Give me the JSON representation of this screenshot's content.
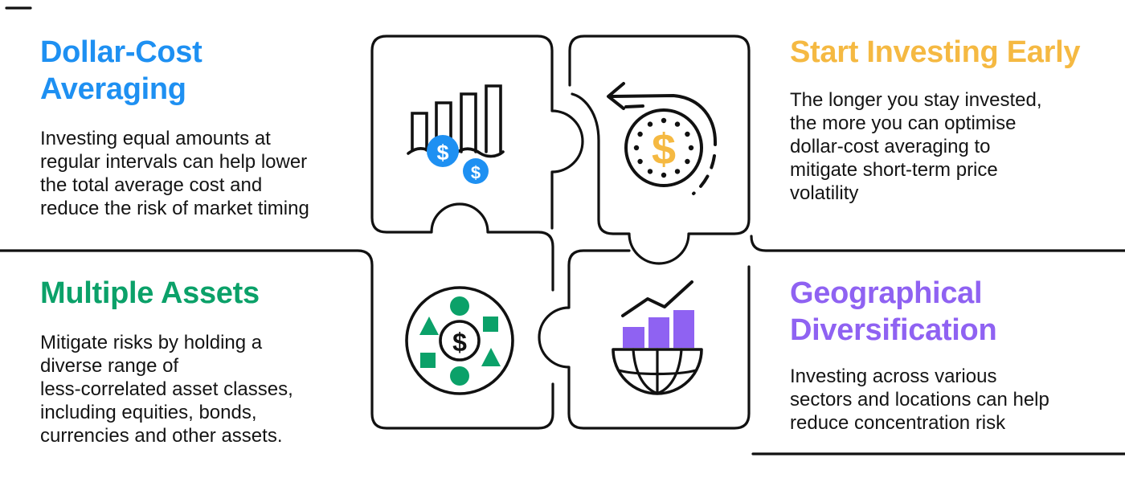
{
  "infographic": {
    "theme": "Investing strategies puzzle",
    "symbols": {
      "dollar": "$"
    },
    "colors": {
      "line": "#111111",
      "blue": "#1E90F2",
      "yellow": "#F5B942",
      "green": "#0BA169",
      "purple": "#8F62F2",
      "body_text": "#141414"
    },
    "quadrants": [
      {
        "id": "dollar-cost-averaging",
        "title": "Dollar-Cost Averaging",
        "title_lines": [
          "Dollar-Cost",
          "Averaging"
        ],
        "color": "#1E90F2",
        "body_lines": [
          "Investing equal amounts at",
          "regular intervals can help lower",
          "the total average cost and",
          "reduce the risk of market timing"
        ],
        "icon": "bar-chart-with-dollar-coins"
      },
      {
        "id": "start-investing-early",
        "title": "Start Investing Early",
        "title_lines": [
          "Start Investing Early"
        ],
        "color": "#F5B942",
        "body_lines": [
          "The longer you stay invested,",
          "the more you can optimise",
          "dollar-cost averaging to",
          "mitigate short-term price",
          "volatility"
        ],
        "icon": "recurring-dollar-arrow"
      },
      {
        "id": "multiple-assets",
        "title": "Multiple Assets",
        "title_lines": [
          "Multiple Assets"
        ],
        "color": "#0BA169",
        "body_lines": [
          "Mitigate risks by holding a",
          "diverse range of",
          "less-correlated asset classes,",
          "including equities, bonds,",
          "currencies and other assets."
        ],
        "icon": "asset-classes-wheel"
      },
      {
        "id": "geographical-diversification",
        "title": "Geographical Diversification",
        "title_lines": [
          "Geographical",
          "Diversification"
        ],
        "color": "#8F62F2",
        "body_lines": [
          "Investing across various",
          "sectors and locations can help",
          "reduce concentration risk"
        ],
        "icon": "globe-with-growth-bars"
      }
    ]
  }
}
